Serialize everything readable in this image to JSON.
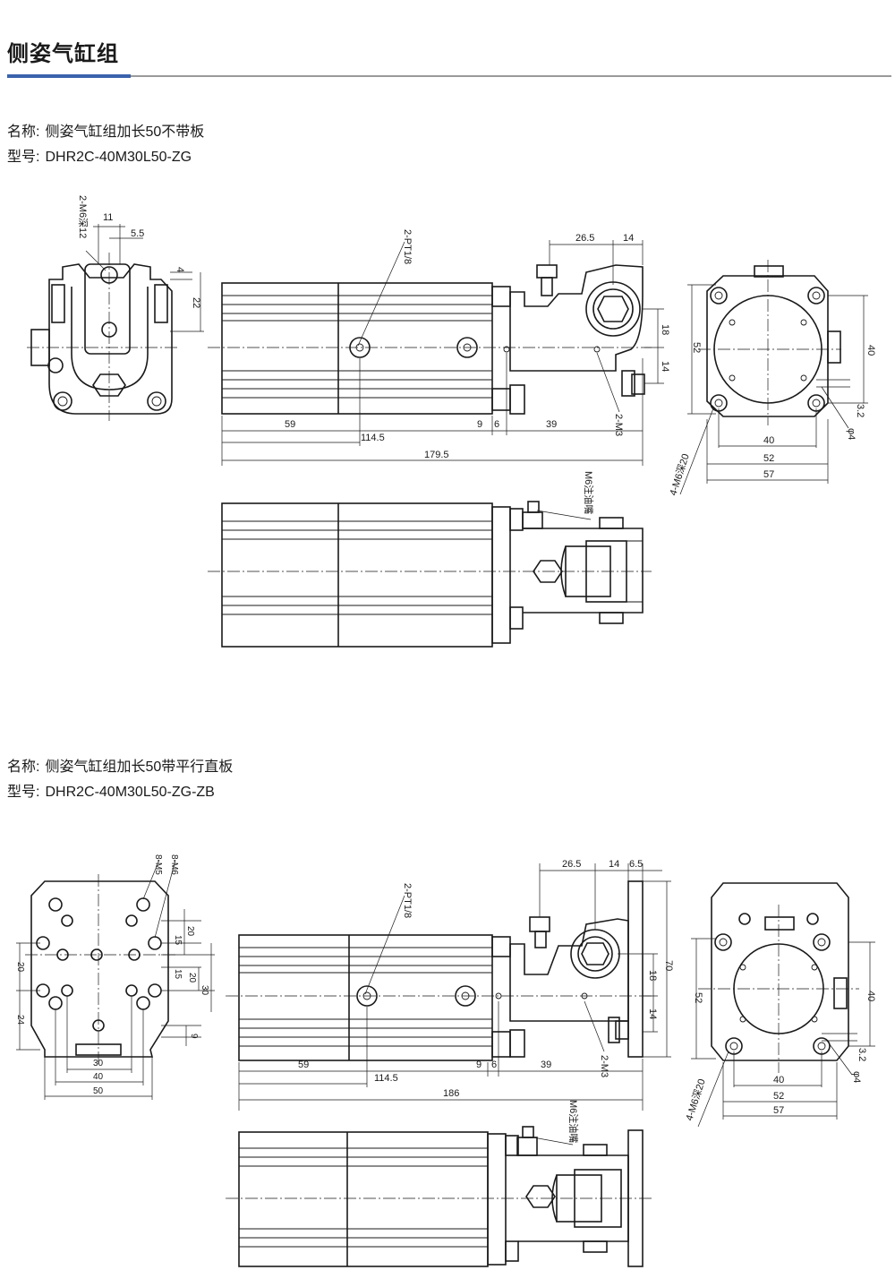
{
  "page_title": "侧姿气缸组",
  "section1": {
    "name_label": "名称:",
    "name_value": "侧姿气缸组加长50不带板",
    "model_label": "型号:",
    "model_value": "DHR2C-40M30L50-ZG",
    "dims": {
      "m6_depth12": "2-M6深12",
      "d11": "11",
      "d5_5": "5.5",
      "d4": "4",
      "d22": "22",
      "pt18": "2-PT1/8",
      "d26_5": "26.5",
      "d14_top": "14",
      "d18": "18",
      "d14_side": "14",
      "d59": "59",
      "d114_5": "114.5",
      "d179_5": "179.5",
      "d9": "9",
      "d6": "6",
      "d39": "39",
      "m3": "2-M3",
      "d52_v": "52",
      "d40_v": "40",
      "d3_2": "3.2",
      "phi4": "φ4",
      "d40_h": "40",
      "d52_h": "52",
      "d57_h": "57",
      "m6_depth20": "4-M6深20",
      "oil": "M6注油嘴"
    }
  },
  "section2": {
    "name_label": "名称:",
    "name_value": "侧姿气缸组加长50带平行直板",
    "model_label": "型号:",
    "model_value": "DHR2C-40M30L50-ZG-ZB",
    "dims": {
      "m5": "8-M5",
      "m6": "8-M6",
      "d20a": "20",
      "d15a": "15",
      "d15b": "15",
      "d20b": "20",
      "d30v": "30",
      "d9": "9",
      "d20l": "20",
      "d24l": "24",
      "d30h": "30",
      "d40h": "40",
      "d50h": "50",
      "pt18": "2-PT1/8",
      "d26_5": "26.5",
      "d14": "14",
      "d6_5": "6.5",
      "d70": "70",
      "d18": "18",
      "d14s": "14",
      "d59": "59",
      "d114_5": "114.5",
      "d186": "186",
      "d9b": "9",
      "d6": "6",
      "d39": "39",
      "m3": "2-M3",
      "d52_v": "52",
      "d40_v": "40",
      "d3_2": "3.2",
      "phi4": "φ4",
      "d40_h": "40",
      "d52_h": "52",
      "d57_h": "57",
      "m6_depth20": "4-M6深20",
      "oil": "M6注油嘴"
    }
  }
}
